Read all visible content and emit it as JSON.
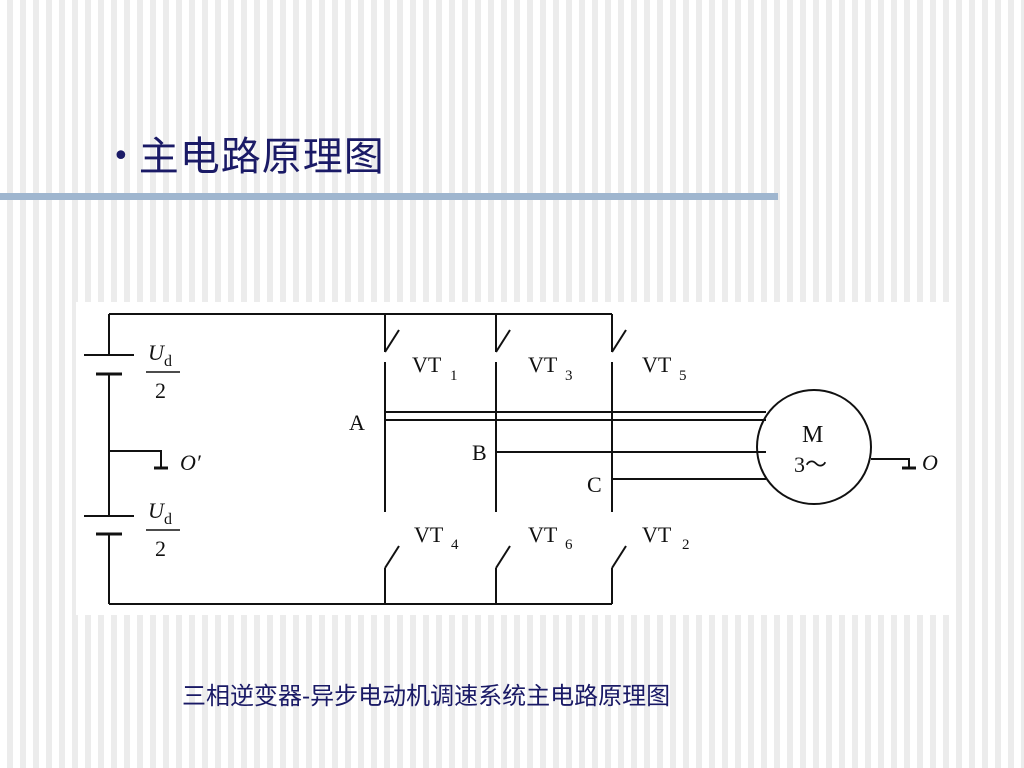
{
  "title": {
    "bullet": "•",
    "text": "主电路原理图"
  },
  "diagram": {
    "dc_source_top": {
      "numerator": "U",
      "numerator_sub": "d",
      "denominator": "2"
    },
    "dc_source_bottom": {
      "numerator": "U",
      "numerator_sub": "d",
      "denominator": "2"
    },
    "midpoint_label": "O′",
    "neutral_label": "O",
    "switches_upper": [
      {
        "name": "VT",
        "sub": "1"
      },
      {
        "name": "VT",
        "sub": "3"
      },
      {
        "name": "VT",
        "sub": "5"
      }
    ],
    "switches_lower": [
      {
        "name": "VT",
        "sub": "4"
      },
      {
        "name": "VT",
        "sub": "6"
      },
      {
        "name": "VT",
        "sub": "2"
      }
    ],
    "phase_labels": [
      "A",
      "B",
      "C"
    ],
    "motor": {
      "line1": "M",
      "line2": "3～"
    }
  },
  "caption": "三相逆变器-异步电动机调速系统主电路原理图",
  "colors": {
    "title": "#1a1a66",
    "rule": "#9fb6cf",
    "line": "#111111"
  }
}
